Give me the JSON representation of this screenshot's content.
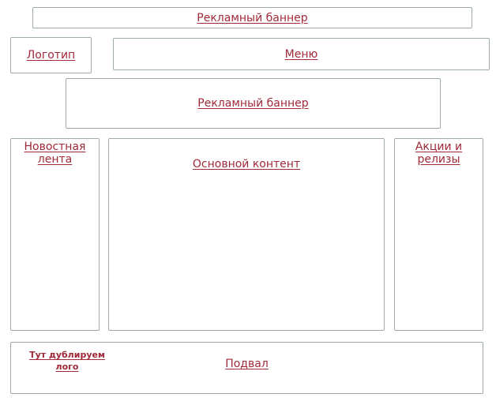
{
  "colors": {
    "accent": "#A12A38",
    "border": "#9DADA5"
  },
  "top_banner": {
    "label": "Рекламный баннер"
  },
  "header": {
    "logo_label": "Логотип",
    "menu_label": "Меню"
  },
  "mid_banner": {
    "label": "Рекламный баннер"
  },
  "columns": {
    "news_label": "Новостная лента",
    "main_label": "Основной контент",
    "promo_label": "Акции и релизы"
  },
  "footer": {
    "logo_note": "Тут дублируем лого",
    "label": "Подвал"
  }
}
